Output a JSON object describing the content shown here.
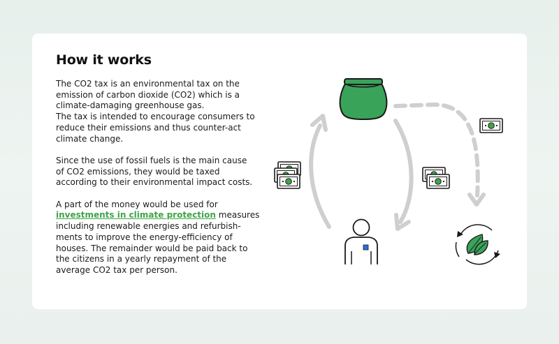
{
  "title": "How it works",
  "paragraphs": [
    {
      "lines": [
        "The CO2 tax is an environmental tax on the",
        "emission of carbon dioxide (CO2) which is a",
        "climate-damaging greenhouse gas.",
        "The tax is intended to encourage consumers to",
        "reduce their emissions and thus counter-act",
        "climate change."
      ]
    },
    {
      "lines": [
        "Since the use of fossil fuels is the main cause",
        "of CO2 emissions, they would be taxed",
        "according to their environmental impact costs."
      ]
    },
    {
      "line1": "A part of the money would be used for",
      "link": "investments in climate protection",
      "link_suffix": " measures",
      "lines": [
        "including renewable energies and refurbish-",
        "ments to improve the energy-efficiency of",
        "houses. The remainder would be paid back to",
        "the citizens in a yearly repayment of the",
        "average CO2 tax per person."
      ]
    }
  ],
  "colors": {
    "accent": "#3fa447",
    "pouch_fill": "#3aa35a",
    "arrow_gray": "#cfcfcf",
    "background": "#e9f1ed",
    "card": "#ffffff"
  },
  "icons": [
    "money-pouch-icon",
    "person-icon",
    "banknote-stack-icon",
    "banknote-icon",
    "leaf-cycle-icon"
  ]
}
